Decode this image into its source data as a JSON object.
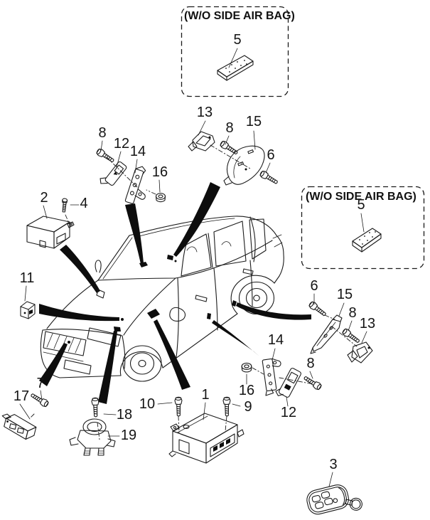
{
  "colors": {
    "background": "#ffffff",
    "line": "#1b1b1b",
    "arrow": "#0d0d0d"
  },
  "insets": [
    {
      "title": "(W/O SIDE AIR BAG)",
      "part": "5"
    },
    {
      "title": "(W/O SIDE AIR BAG)",
      "part": "5"
    }
  ],
  "callouts": [
    {
      "label": "13"
    },
    {
      "label": "8"
    },
    {
      "label": "15"
    },
    {
      "label": "6"
    },
    {
      "label": "8"
    },
    {
      "label": "12"
    },
    {
      "label": "14"
    },
    {
      "label": "16"
    },
    {
      "label": "2"
    },
    {
      "label": "4"
    },
    {
      "label": "11"
    },
    {
      "label": "6"
    },
    {
      "label": "15"
    },
    {
      "label": "8"
    },
    {
      "label": "13"
    },
    {
      "label": "14"
    },
    {
      "label": "8"
    },
    {
      "label": "16"
    },
    {
      "label": "12"
    },
    {
      "label": "7"
    },
    {
      "label": "17"
    },
    {
      "label": "10"
    },
    {
      "label": "1"
    },
    {
      "label": "9"
    },
    {
      "label": "18"
    },
    {
      "label": "19"
    },
    {
      "label": "3"
    }
  ]
}
